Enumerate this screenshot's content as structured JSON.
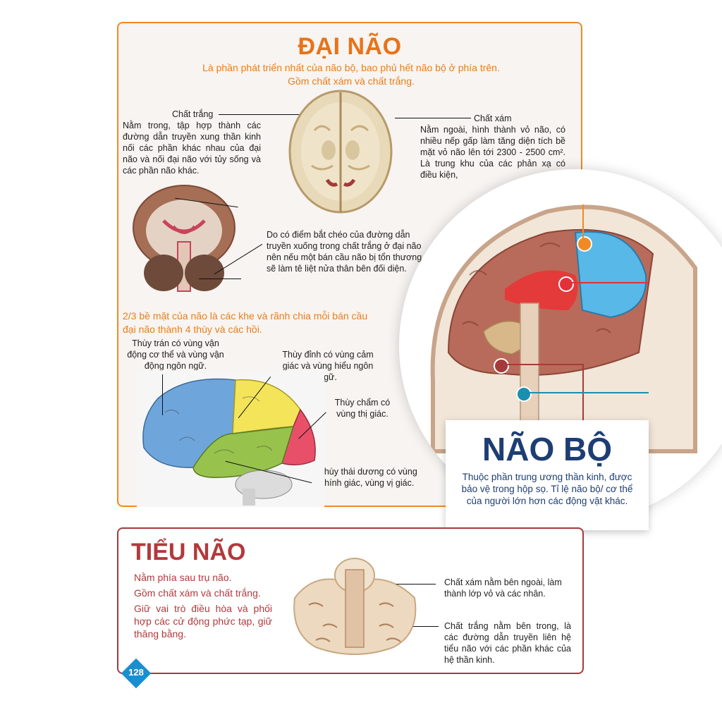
{
  "dai_nao": {
    "title": "ĐẠI NÃO",
    "subtitle_1": "Là phần phát triển nhất của não bộ, bao phủ hết não bộ ở phía trên.",
    "subtitle_2": "Gồm chất xám và chất trắng.",
    "white_matter_label": "Chất trắng",
    "white_matter_desc": "Nằm trong, tập hợp thành các đường dẫn truyền xung thần kinh nối các phần khác nhau của đại não và nối đại não với tủy sống và các phần não khác.",
    "grey_matter_label": "Chất xám",
    "grey_matter_desc": "Nằm ngoài, hình thành vỏ não, có nhiều nếp gấp làm tăng diện tích bề mặt vỏ não lên tới 2300 - 2500 cm². Là trung khu của các phản xạ có điều kiện,",
    "crossing_desc": "Do có điểm bắt chéo của đường dẫn truyền xuống trong chất trắng ở đại não nên nếu một bán cầu não bị tổn thương sẽ làm tê liệt nửa thân bên đối diện.",
    "lobes_intro": "2/3 bề mặt của não là các khe và rãnh chia mỗi bán cầu đại não thành 4 thùy và các hồi.",
    "frontal": "Thùy trán có vùng vận động cơ thể và vùng vận động ngôn ngữ.",
    "parietal": "Thùy đỉnh có vùng cảm giác và vùng hiểu ngôn ngữ.",
    "occipital": "Thùy chẩm có vùng thị giác.",
    "temporal": "Thùy thái dương có vùng thính giác, vùng vị giác."
  },
  "nao_bo": {
    "title": "NÃO BỘ",
    "desc": "Thuộc phần trung ương thần kinh, được bảo vệ trong hộp sọ. Tỉ lệ não bộ/ cơ thể của người lớn hơn các động vật khác."
  },
  "tieu_nao": {
    "title": "TIỂU NÃO",
    "line_1": "Nằm phía sau trụ não.",
    "line_2": "Gồm chất xám và chất trắng.",
    "line_3": "Giữ vai trò điều hòa và phối hợp các cử động phức tạp, giữ thăng bằng.",
    "grey_desc": "Chất xám nằm bên ngoài, làm thành lớp vỏ và các nhân.",
    "white_desc": "Chất trắng nằm bên trong, là các đường dẫn truyền liên hệ tiểu não với các phần khác của hệ thần kinh."
  },
  "page_number": "128",
  "colors": {
    "orange": "#f08a24",
    "dark_red": "#b2393c",
    "navy": "#1d3e73",
    "frontal_blue": "#6ea6dc",
    "parietal_yellow": "#f3e45a",
    "temporal_green": "#97c24c",
    "occipital_pink": "#e8506a"
  },
  "icons": [
    "brain-top-view",
    "brain-coronal-section",
    "brain-lobes-diagram",
    "brain-sagittal-section",
    "cerebellum-section"
  ]
}
